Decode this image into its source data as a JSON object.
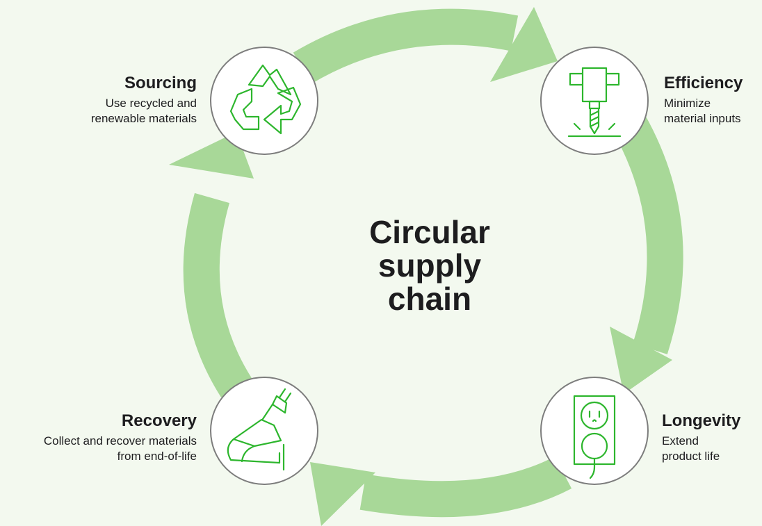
{
  "title": [
    "Circular",
    "supply",
    "chain"
  ],
  "colors": {
    "background": "#f3f9ef",
    "arrow": "#a8d898",
    "icon": "#2db62d",
    "circle_fill": "#ffffff",
    "circle_stroke": "#7d7d7d",
    "text": "#1d1d1f"
  },
  "stages": {
    "sourcing": {
      "title": "Sourcing",
      "description": [
        "Use recycled and",
        "renewable materials"
      ],
      "icon": "recycle-icon"
    },
    "efficiency": {
      "title": "Efficiency",
      "description": [
        "Minimize",
        "material inputs"
      ],
      "icon": "drill-icon"
    },
    "longevity": {
      "title": "Longevity",
      "description": [
        "Extend",
        "product life"
      ],
      "icon": "power-outlet-icon"
    },
    "recovery": {
      "title": "Recovery",
      "description": [
        "Collect and recover materials",
        "from end-of-life"
      ],
      "icon": "robotic-arm-icon"
    }
  }
}
